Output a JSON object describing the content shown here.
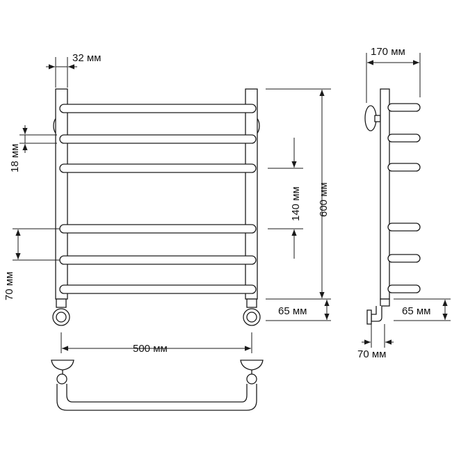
{
  "colors": {
    "line": "#1a1a1a",
    "fill": "#ffffff"
  },
  "dimensions": {
    "pipe_width": "32 мм",
    "rail_thickness": "18 мм",
    "rail_spacing": "70 мм",
    "middle_gap": "140 мм",
    "height": "600 мм",
    "bottom_offset_front": "65 мм",
    "width": "500 мм",
    "depth": "170 мм",
    "bottom_offset_side": "65 мм",
    "wall_offset": "70 мм"
  }
}
